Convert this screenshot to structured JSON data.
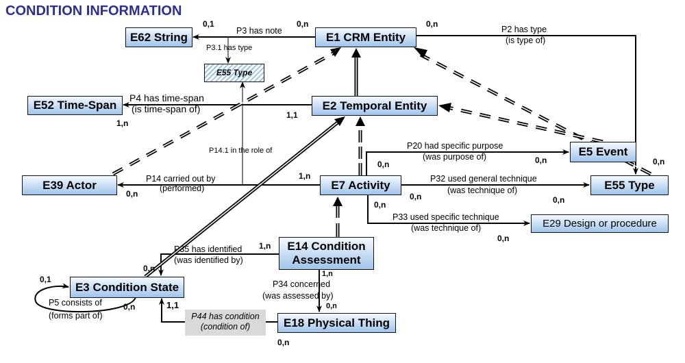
{
  "title": "CONDITION INFORMATION",
  "entities": {
    "e62": "E62 String",
    "e1": "E1 CRM Entity",
    "e55_note": "E55 Type",
    "e52": "E52 Time-Span",
    "e2": "E2 Temporal Entity",
    "e39": "E39 Actor",
    "e7": "E7 Activity",
    "e5": "E5 Event",
    "e55": "E55 Type",
    "e29": "E29 Design or procedure",
    "e14_line1": "E14 Condition",
    "e14_line2": "Assessment",
    "e3": "E3 Condition State",
    "e18": "E18 Physical Thing"
  },
  "properties": {
    "p3": "P3 has note",
    "p3_1": "P3.1 has type",
    "p2_line1": "P2 has type",
    "p2_line2": "(is type of)",
    "p4_line1": "P4 has time-span",
    "p4_line2": "(is time-span of)",
    "p14_1": "P14.1  in the role of",
    "p14_line1": "P14 carried out by",
    "p14_line2": "(performed)",
    "p20_line1": "P20 had specific purpose",
    "p20_line2": "(was purpose of)",
    "p32_line1": "P32 used  general technique",
    "p32_line2": "(was technique of)",
    "p33_line1": "P33 used  specific technique",
    "p33_line2": "(was technique of)",
    "p35_line1": "P35 has identified",
    "p35_line2": "(was identified by)",
    "p34_line1": "P34 concerned",
    "p34_line2": "(was assessed by)",
    "p5_line1": "P5 consists of",
    "p5_line2": "(forms part of)",
    "p44_line1": "P44 has condition",
    "p44_line2": "(condition of)"
  },
  "cardinalities": {
    "p3_e62": "0,1",
    "p3_e1": "0,n",
    "p2_e1": "0,n",
    "p2_e55": "0,n",
    "p4_e52": "1,n",
    "p4_e2": "1,1",
    "p14_e7": "1,n",
    "p14_e39": "0,n",
    "p20_e7": "0,n",
    "p20_e5": "0,n",
    "p32_e7": "0,n",
    "p32_e55": "0,n",
    "p33_e7": "0,n",
    "p33_e29": "0,n",
    "p35_e14": "1,n",
    "p35_e3": "0,n",
    "p5_a": "0,1",
    "p5_b": "0,n",
    "p34_e14": "1,n",
    "p34_e18": "0,n",
    "p44_e3": "1,1",
    "p44_e18": "0,n"
  }
}
